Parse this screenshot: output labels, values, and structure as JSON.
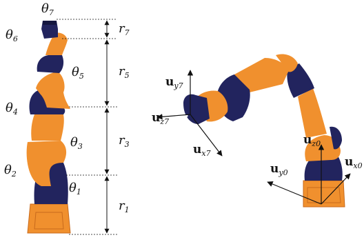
{
  "colors": {
    "orange": "#f0902e",
    "orange_dark": "#c86a1c",
    "navy": "#22245e",
    "navy_dark": "#14163f",
    "line": "#111111"
  },
  "joint_labels": {
    "theta7": {
      "sym": "θ",
      "sub": "7"
    },
    "theta6": {
      "sym": "θ",
      "sub": "6"
    },
    "theta5": {
      "sym": "θ",
      "sub": "5"
    },
    "theta4": {
      "sym": "θ",
      "sub": "4"
    },
    "theta3": {
      "sym": "θ",
      "sub": "3"
    },
    "theta2": {
      "sym": "θ",
      "sub": "2"
    },
    "theta1": {
      "sym": "θ",
      "sub": "1"
    }
  },
  "link_labels": {
    "r7": {
      "sym": "r",
      "sub": "7"
    },
    "r5": {
      "sym": "r",
      "sub": "5"
    },
    "r3": {
      "sym": "r",
      "sub": "3"
    },
    "r1": {
      "sym": "r",
      "sub": "1"
    }
  },
  "frame_labels": {
    "uy7": {
      "sym": "u",
      "sub": "y7"
    },
    "uz7": {
      "sym": "u",
      "sub": "z7"
    },
    "ux7": {
      "sym": "u",
      "sub": "x7"
    },
    "uz0": {
      "sym": "u",
      "sub": "z0"
    },
    "uy0": {
      "sym": "u",
      "sub": "y0"
    },
    "ux0": {
      "sym": "u",
      "sub": "x0"
    }
  }
}
